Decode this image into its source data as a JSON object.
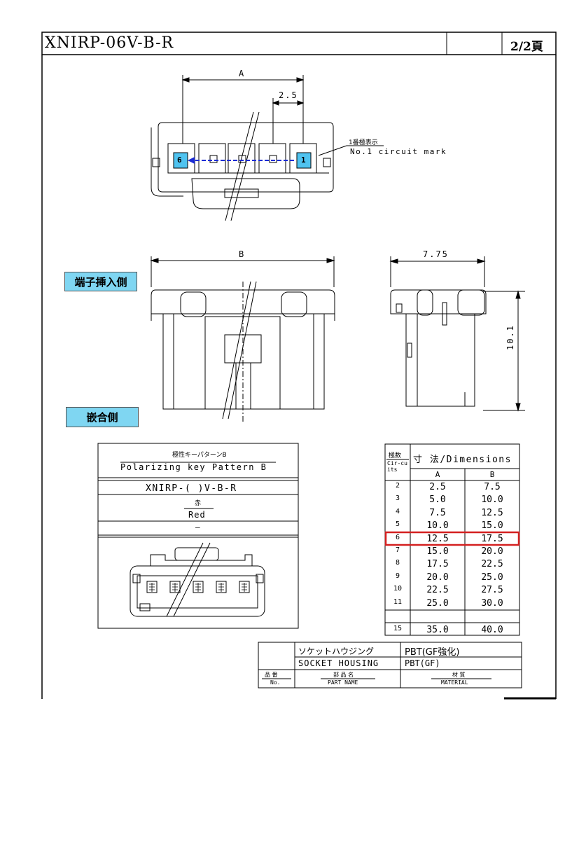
{
  "header": {
    "title": "XNIRP-06V-B-R",
    "page": "2/2頁"
  },
  "top_view": {
    "dim_a": "A",
    "pitch": "2.5",
    "pin_first": "1",
    "pin_last": "6",
    "mark_jp": "1番極表示",
    "mark_en": "No.1 circuit mark"
  },
  "front_view": {
    "dim_b": "B",
    "label": "端子挿入側"
  },
  "side_view": {
    "width": "7.75",
    "height": "10.1"
  },
  "mating_label": "嵌合側",
  "polarizing": {
    "title_jp": "極性キーパターンB",
    "title_en": "Polarizing key Pattern B",
    "part": "XNIRP-( )V-B-R",
    "color_jp": "赤",
    "color_en": "Red",
    "dash": "–"
  },
  "dim_table": {
    "hdr_poles_jp": "極数",
    "hdr_poles_en": "Cir-cuits",
    "hdr_dims": "寸 法/Dimensions",
    "col_a": "A",
    "col_b": "B",
    "rows": [
      {
        "n": "2",
        "a": "2.5",
        "b": "7.5"
      },
      {
        "n": "3",
        "a": "5.0",
        "b": "10.0"
      },
      {
        "n": "4",
        "a": "7.5",
        "b": "12.5"
      },
      {
        "n": "5",
        "a": "10.0",
        "b": "15.0"
      },
      {
        "n": "6",
        "a": "12.5",
        "b": "17.5"
      },
      {
        "n": "7",
        "a": "15.0",
        "b": "20.0"
      },
      {
        "n": "8",
        "a": "17.5",
        "b": "22.5"
      },
      {
        "n": "9",
        "a": "20.0",
        "b": "25.0"
      },
      {
        "n": "10",
        "a": "22.5",
        "b": "27.5"
      },
      {
        "n": "11",
        "a": "25.0",
        "b": "30.0"
      },
      {
        "n": "",
        "a": "",
        "b": ""
      },
      {
        "n": "15",
        "a": "35.0",
        "b": "40.0"
      }
    ],
    "highlight_color": "#d42020"
  },
  "parts_table": {
    "name_jp": "ソケットハウジング",
    "name_en": "SOCKET HOUSING",
    "material_jp": "PBT(GF強化)",
    "material_en": "PBT(GF)",
    "lbl_no_jp": "品 番",
    "lbl_no_en": "No.",
    "lbl_name_jp": "部 品 名",
    "lbl_name_en": "PART NAME",
    "lbl_mat_jp": "材 質",
    "lbl_mat_en": "MATERIAL"
  },
  "colors": {
    "accent": "#7fd6f2",
    "pin_fill": "#4fc3f0",
    "arrow": "#1a2bd6"
  }
}
